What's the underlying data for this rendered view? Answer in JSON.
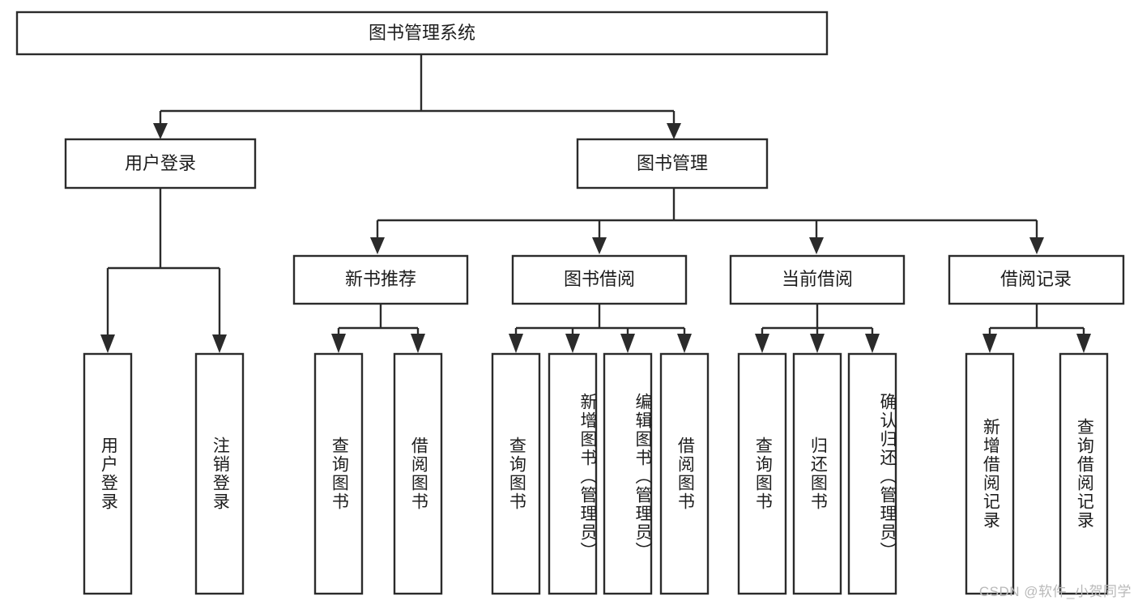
{
  "diagram": {
    "type": "tree-hierarchy",
    "title": "图书管理系统",
    "root": {
      "label": "图书管理系统"
    },
    "level2": [
      {
        "label": "用户登录"
      },
      {
        "label": "图书管理"
      }
    ],
    "level3": [
      {
        "label": "新书推荐"
      },
      {
        "label": "图书借阅"
      },
      {
        "label": "当前借阅"
      },
      {
        "label": "借阅记录"
      }
    ],
    "leaves": {
      "user_login": [
        {
          "label": "用户登录"
        },
        {
          "label": "注销登录"
        }
      ],
      "new_book_recommend": [
        {
          "label": "查询图书"
        },
        {
          "label": "借阅图书"
        }
      ],
      "book_borrow": [
        {
          "label": "查询图书"
        },
        {
          "label": "新增图书（管理员）"
        },
        {
          "label": "编辑图书（管理员）"
        },
        {
          "label": "借阅图书"
        }
      ],
      "current_borrow": [
        {
          "label": "查询图书"
        },
        {
          "label": "归还图书"
        },
        {
          "label": "确认归还（管理员）"
        }
      ],
      "borrow_record": [
        {
          "label": "新增借阅记录"
        },
        {
          "label": "查询借阅记录"
        }
      ]
    }
  },
  "watermark": {
    "text": "CSDN @软件_小贺同学"
  },
  "colors": {
    "stroke": "#2b2b2b",
    "box_fill": "#ffffff",
    "text": "#1d1d1d",
    "watermark": "#b9b9b9",
    "background": "#ffffff"
  }
}
